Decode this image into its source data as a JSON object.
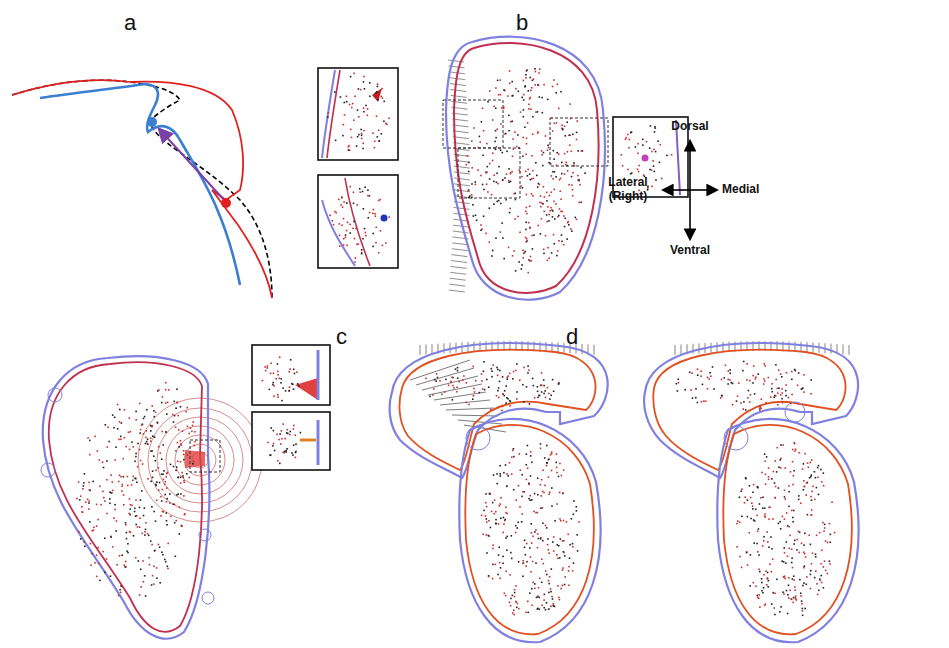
{
  "diagram": {
    "labels": [
      "a",
      "b",
      "Dorsal",
      "Lateral (Right)",
      "Medial",
      "Ventral",
      "c",
      "d"
    ]
  }
}
